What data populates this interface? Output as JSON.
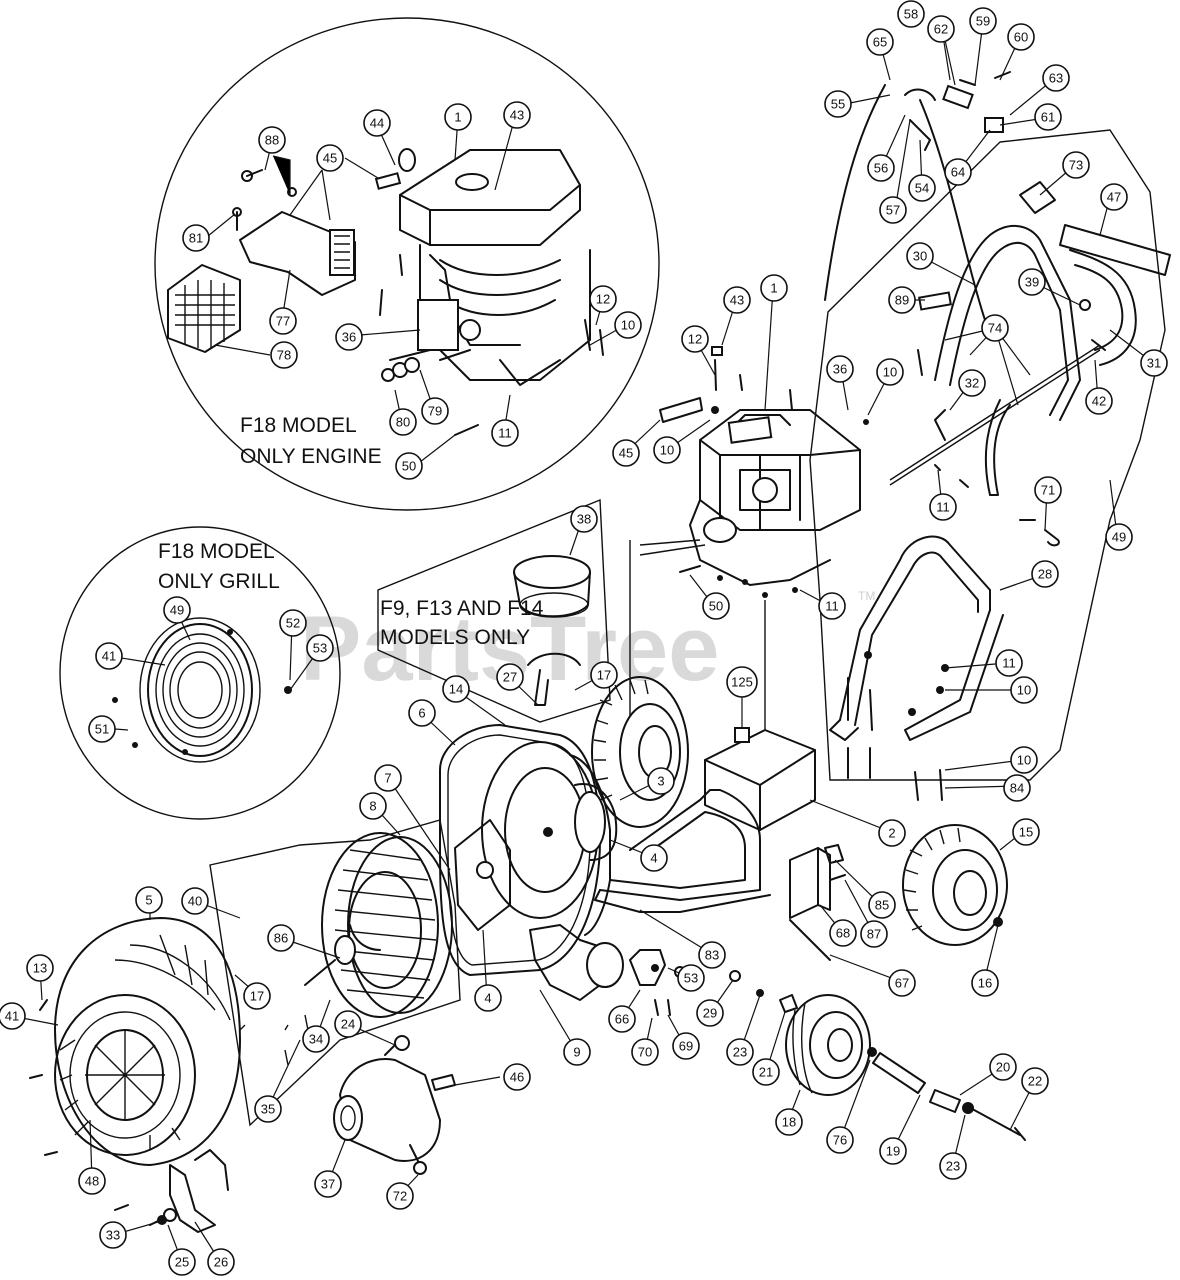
{
  "watermark": {
    "text": "PartsTree",
    "tm": "TM"
  },
  "insets": {
    "engine": {
      "line1": "F18 MODEL",
      "line2": "ONLY ENGINE"
    },
    "grill": {
      "line1": "F18 MODEL",
      "line2": "ONLY GRILL"
    },
    "note": {
      "line1": "F9, F13 AND F14",
      "line2": "MODELS ONLY"
    }
  },
  "callouts": [
    {
      "n": "1"
    },
    {
      "n": "43"
    },
    {
      "n": "44"
    },
    {
      "n": "45"
    },
    {
      "n": "88"
    },
    {
      "n": "81"
    },
    {
      "n": "77"
    },
    {
      "n": "78"
    },
    {
      "n": "36"
    },
    {
      "n": "12"
    },
    {
      "n": "10"
    },
    {
      "n": "80"
    },
    {
      "n": "79"
    },
    {
      "n": "11"
    },
    {
      "n": "50"
    },
    {
      "n": "65"
    },
    {
      "n": "58"
    },
    {
      "n": "62"
    },
    {
      "n": "59"
    },
    {
      "n": "60"
    },
    {
      "n": "63"
    },
    {
      "n": "55"
    },
    {
      "n": "61"
    },
    {
      "n": "56"
    },
    {
      "n": "54"
    },
    {
      "n": "64"
    },
    {
      "n": "57"
    },
    {
      "n": "73"
    },
    {
      "n": "47"
    },
    {
      "n": "30"
    },
    {
      "n": "39"
    },
    {
      "n": "89"
    },
    {
      "n": "74"
    },
    {
      "n": "31"
    },
    {
      "n": "36"
    },
    {
      "n": "10"
    },
    {
      "n": "32"
    },
    {
      "n": "42"
    },
    {
      "n": "43"
    },
    {
      "n": "1"
    },
    {
      "n": "12"
    },
    {
      "n": "45"
    },
    {
      "n": "10"
    },
    {
      "n": "11"
    },
    {
      "n": "71"
    },
    {
      "n": "49"
    },
    {
      "n": "38"
    },
    {
      "n": "50"
    },
    {
      "n": "11"
    },
    {
      "n": "28"
    },
    {
      "n": "49"
    },
    {
      "n": "41"
    },
    {
      "n": "52"
    },
    {
      "n": "53"
    },
    {
      "n": "51"
    },
    {
      "n": "27"
    },
    {
      "n": "17"
    },
    {
      "n": "14"
    },
    {
      "n": "125"
    },
    {
      "n": "11"
    },
    {
      "n": "10"
    },
    {
      "n": "6"
    },
    {
      "n": "3"
    },
    {
      "n": "10"
    },
    {
      "n": "84"
    },
    {
      "n": "7"
    },
    {
      "n": "8"
    },
    {
      "n": "2"
    },
    {
      "n": "4"
    },
    {
      "n": "15"
    },
    {
      "n": "5"
    },
    {
      "n": "40"
    },
    {
      "n": "85"
    },
    {
      "n": "86"
    },
    {
      "n": "87"
    },
    {
      "n": "68"
    },
    {
      "n": "83"
    },
    {
      "n": "13"
    },
    {
      "n": "17"
    },
    {
      "n": "4"
    },
    {
      "n": "53"
    },
    {
      "n": "16"
    },
    {
      "n": "67"
    },
    {
      "n": "41"
    },
    {
      "n": "34"
    },
    {
      "n": "24"
    },
    {
      "n": "29"
    },
    {
      "n": "66"
    },
    {
      "n": "9"
    },
    {
      "n": "70"
    },
    {
      "n": "69"
    },
    {
      "n": "23"
    },
    {
      "n": "21"
    },
    {
      "n": "35"
    },
    {
      "n": "46"
    },
    {
      "n": "18"
    },
    {
      "n": "76"
    },
    {
      "n": "20"
    },
    {
      "n": "22"
    },
    {
      "n": "48"
    },
    {
      "n": "37"
    },
    {
      "n": "72"
    },
    {
      "n": "19"
    },
    {
      "n": "23"
    },
    {
      "n": "33"
    },
    {
      "n": "25"
    },
    {
      "n": "26"
    }
  ]
}
